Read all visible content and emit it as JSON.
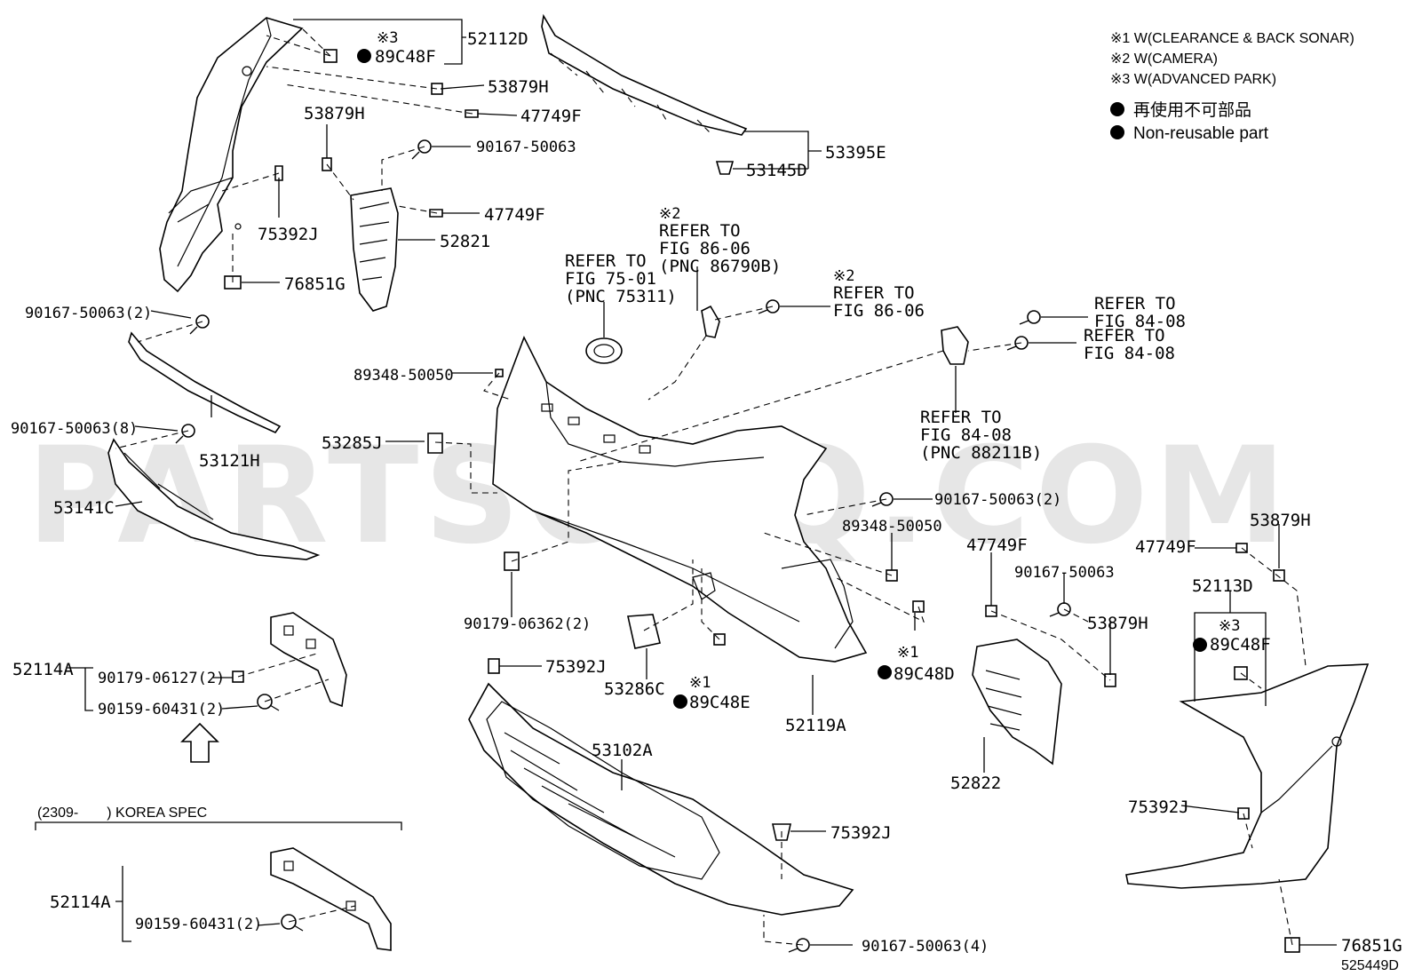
{
  "diagram_id": "525449D",
  "watermark": "PARTSOUQ.COM",
  "legend": {
    "notes": [
      "※1 W(CLEARANCE & BACK SONAR)",
      "※2 W(CAMERA)",
      "※3 W(ADVANCED PARK)"
    ],
    "non_reusable_jp": "再使用不可部品",
    "non_reusable_en": "Non-reusable part"
  },
  "korea_spec": "(2309-　　) KOREA SPEC",
  "marks": {
    "m1": "※1",
    "m2": "※2",
    "m3": "※3"
  },
  "refs": {
    "fig7501": [
      "REFER TO",
      "FIG 75-01",
      "(PNC 75311)"
    ],
    "fig8606a": [
      "REFER TO",
      "FIG 86-06",
      "(PNC 86790B)"
    ],
    "fig8606b": [
      "REFER TO",
      "FIG 86-06"
    ],
    "fig8408a": [
      "REFER TO",
      "FIG 84-08"
    ],
    "fig8408b": [
      "REFER TO",
      "FIG 84-08"
    ],
    "fig8408c": [
      "REFER TO",
      "FIG 84-08",
      "(PNC 88211B)"
    ]
  },
  "parts": {
    "p52112D": "52112D",
    "p89C48F_a": "89C48F",
    "p53879H_a": "53879H",
    "p47749F_a": "47749F",
    "p53879H_b": "53879H",
    "p90167_a": "90167-50063",
    "p47749F_b": "47749F",
    "p75392J_a": "75392J",
    "p52821": "52821",
    "p76851G_a": "76851G",
    "p53395E": "53395E",
    "p53145D": "53145D",
    "p90167_2a": "90167-50063(2)",
    "p89348_a": "89348-50050",
    "p90167_8": "90167-50063(8)",
    "p53121H": "53121H",
    "p53285J": "53285J",
    "p53141C": "53141C",
    "p90167_2b": "90167-50063(2)",
    "p89348_b": "89348-50050",
    "p47749F_c": "47749F",
    "p90167_b": "90167-50063",
    "p53879H_c": "53879H",
    "p47749F_d": "47749F",
    "p53879H_d": "53879H",
    "p52113D": "52113D",
    "p89C48F_b": "89C48F",
    "p90179_2": "90179-06362(2)",
    "p52114A_a": "52114A",
    "p90179_06127": "90179-06127(2)",
    "p90159_a": "90159-60431(2)",
    "p75392J_b": "75392J",
    "p53286C": "53286C",
    "p89C48E": "89C48E",
    "p52119A": "52119A",
    "p89C48D": "89C48D",
    "p52822": "52822",
    "p53102A": "53102A",
    "p75392J_c": "75392J",
    "p75392J_d": "75392J",
    "p52114A_b": "52114A",
    "p90159_b": "90159-60431(2)",
    "p90167_4": "90167-50063(4)",
    "p76851G_b": "76851G"
  }
}
